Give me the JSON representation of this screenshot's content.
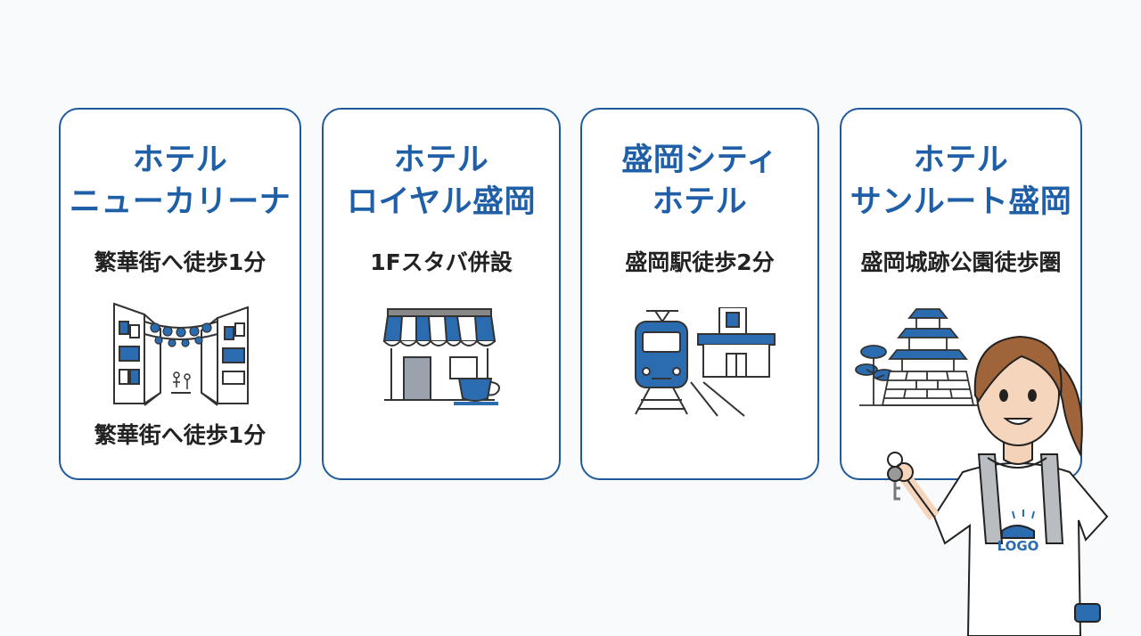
{
  "cards": [
    {
      "title_line1": "ホテル",
      "title_line2": "ニューカリーナ",
      "subtitle": "繁華街へ徒歩1分",
      "caption": "繁華街へ徒歩1分",
      "icon": "shopping-street-icon"
    },
    {
      "title_line1": "ホテル",
      "title_line2": "ロイヤル盛岡",
      "subtitle": "1Fスタバ併設",
      "icon": "cafe-storefront-icon"
    },
    {
      "title_line1": "盛岡シティ",
      "title_line2": "ホテル",
      "subtitle": "盛岡駅徒歩2分",
      "icon": "train-station-icon"
    },
    {
      "title_line1": "ホテル",
      "title_line2": "サンルート盛岡",
      "subtitle": "盛岡城跡公園徒歩圏",
      "icon": "castle-icon"
    }
  ],
  "mascot": {
    "shirt_logo": "LOGO",
    "icon": "hotel-staff-with-key-icon"
  },
  "colors": {
    "accent": "#1f5fa8",
    "border": "#1f5a9a",
    "text": "#222222",
    "background": "#f9fafb"
  }
}
